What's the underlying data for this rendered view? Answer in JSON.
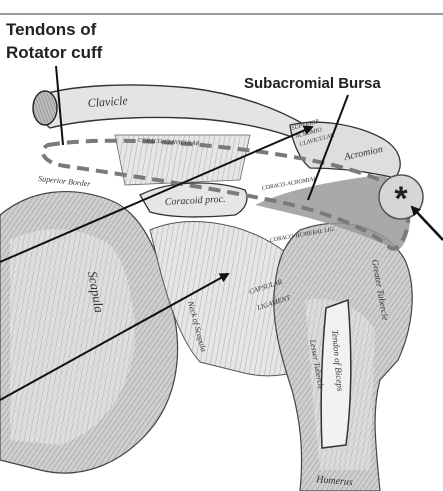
{
  "labels": {
    "tendons_line1": "Tendons of",
    "tendons_line2": "Rotator cuff",
    "bursa": "Subacromial Bursa",
    "asterisk": "*"
  },
  "engraved": {
    "clavicle": "Clavicle",
    "superior": "SUPERIOR",
    "acromio": "ACROMIO",
    "clavicular": "CLAVICULAR",
    "coraco_clavicular": "CORACO-CLAVICULAR",
    "acromion": "Acromion",
    "superior_border": "Superior Border",
    "coracoid": "Coracoid proc.",
    "coraco_acromial": "CORACO-ACROMIAL",
    "coraco_humeral": "CORACO-HUMERAL LIG.",
    "capsular": "CAPSULAR",
    "ligament": "LIGAMENT",
    "neck_scapula": "Neck of Scapula",
    "scapula": "Scapula",
    "greater_tubercle": "Greater Tubercle",
    "lesser_tubercle": "Lesser Tubercle",
    "tendon_biceps": "Tendon of Biceps",
    "humerus": "Humerus"
  },
  "colors": {
    "overlay_fill": "#9a9a9a",
    "outline_dash": "#7a7a7a",
    "ink": "#111111",
    "bone": "#d9d9d9"
  }
}
